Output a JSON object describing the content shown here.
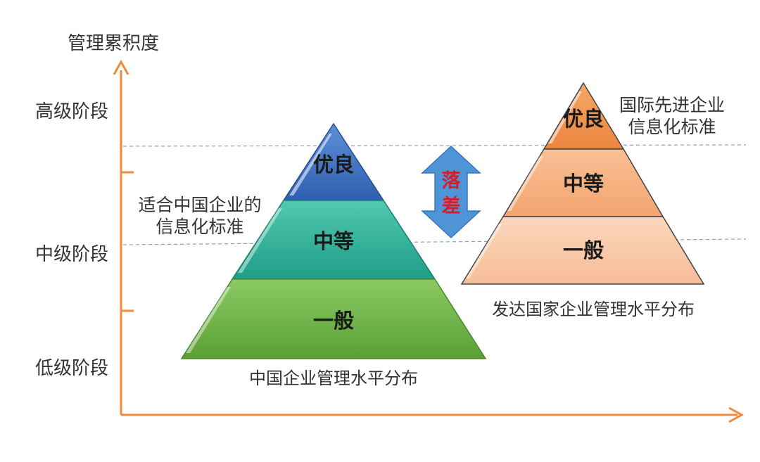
{
  "axis": {
    "y_title": "管理累积度",
    "levels": [
      "高级阶段",
      "中级阶段",
      "低级阶段"
    ],
    "color": "#f08a3c"
  },
  "china": {
    "caption": "中国企业管理水平分布",
    "note_lines": [
      "适合中国企业的",
      "信息化标准"
    ],
    "tiers": [
      "优良",
      "中等",
      "一般"
    ],
    "colors": [
      "#3f6fc0",
      "#2fb39c",
      "#6cb346"
    ]
  },
  "developed": {
    "caption": "发达国家企业管理水平分布",
    "note_lines": [
      "国际先进企业",
      "信息化标准"
    ],
    "tiers": [
      "优良",
      "中等",
      "一般"
    ],
    "colors": [
      "#f0924a",
      "#f6ae7c",
      "#f8c8a6"
    ]
  },
  "gap": {
    "chars": [
      "落",
      "差"
    ],
    "arrow_color": "#4f94d6"
  }
}
